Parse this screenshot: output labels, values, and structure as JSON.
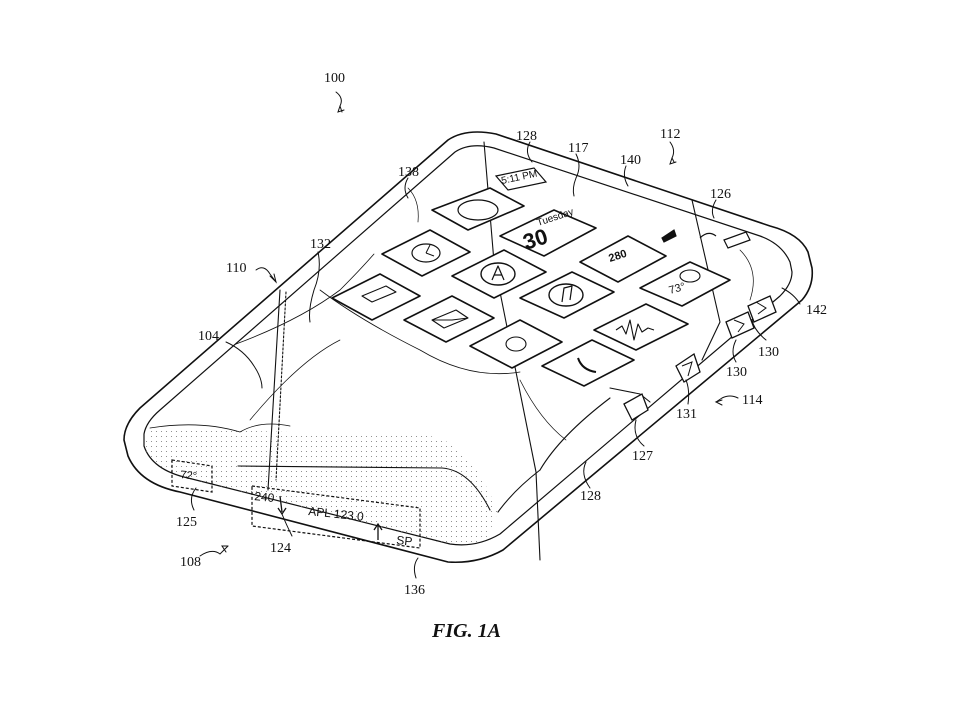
{
  "figure": {
    "caption": "FIG. 1A",
    "refs": {
      "r100": "100",
      "r112": "112",
      "r128_top": "128",
      "r117": "117",
      "r140": "140",
      "r126": "126",
      "r138": "138",
      "r132": "132",
      "r110": "110",
      "r142": "142",
      "r104": "104",
      "r130_a": "130",
      "r130_b": "130",
      "r131": "131",
      "r114": "114",
      "r127": "127",
      "r128_bottom": "128",
      "r125": "125",
      "r108": "108",
      "r124": "124",
      "r136": "136"
    },
    "screen": {
      "time": "5:11 PM",
      "calendar_day": "Tuesday",
      "calendar_date": "30",
      "highway": "280",
      "weather_temp": "73°",
      "edge_temp": "72°",
      "ticker_left": "240",
      "ticker_stock": "APL 123.0",
      "ticker_right": "SP"
    },
    "icons": [
      "messages-icon",
      "calendar-icon",
      "clock-icon",
      "app-store-icon",
      "maps-icon",
      "weather-icon",
      "video-icon",
      "music-icon",
      "mail-icon",
      "voice-memo-icon",
      "camera-icon",
      "phone-icon",
      "signal-icon",
      "wifi-icon",
      "battery-icon"
    ]
  }
}
